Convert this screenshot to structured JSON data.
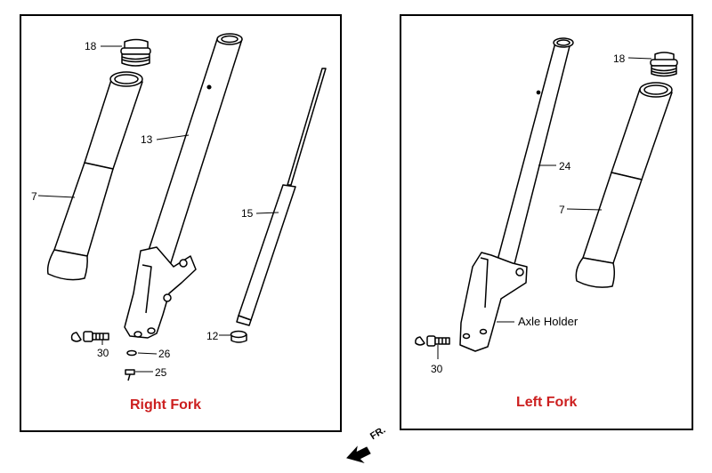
{
  "right_fork": {
    "title": "Right Fork",
    "callouts": {
      "c18": "18",
      "c13": "13",
      "c7": "7",
      "c15": "15",
      "c12": "12",
      "c30": "30",
      "c26": "26",
      "c25": "25"
    }
  },
  "left_fork": {
    "title": "Left Fork",
    "callouts": {
      "c18": "18",
      "c24": "24",
      "c7": "7",
      "c30": "30"
    },
    "axle_holder_label": "Axle Holder"
  },
  "front_marker": {
    "label": "FR.",
    "icon": "arrow-front-icon"
  },
  "colors": {
    "title": "#cc1f1f",
    "line": "#000000"
  }
}
